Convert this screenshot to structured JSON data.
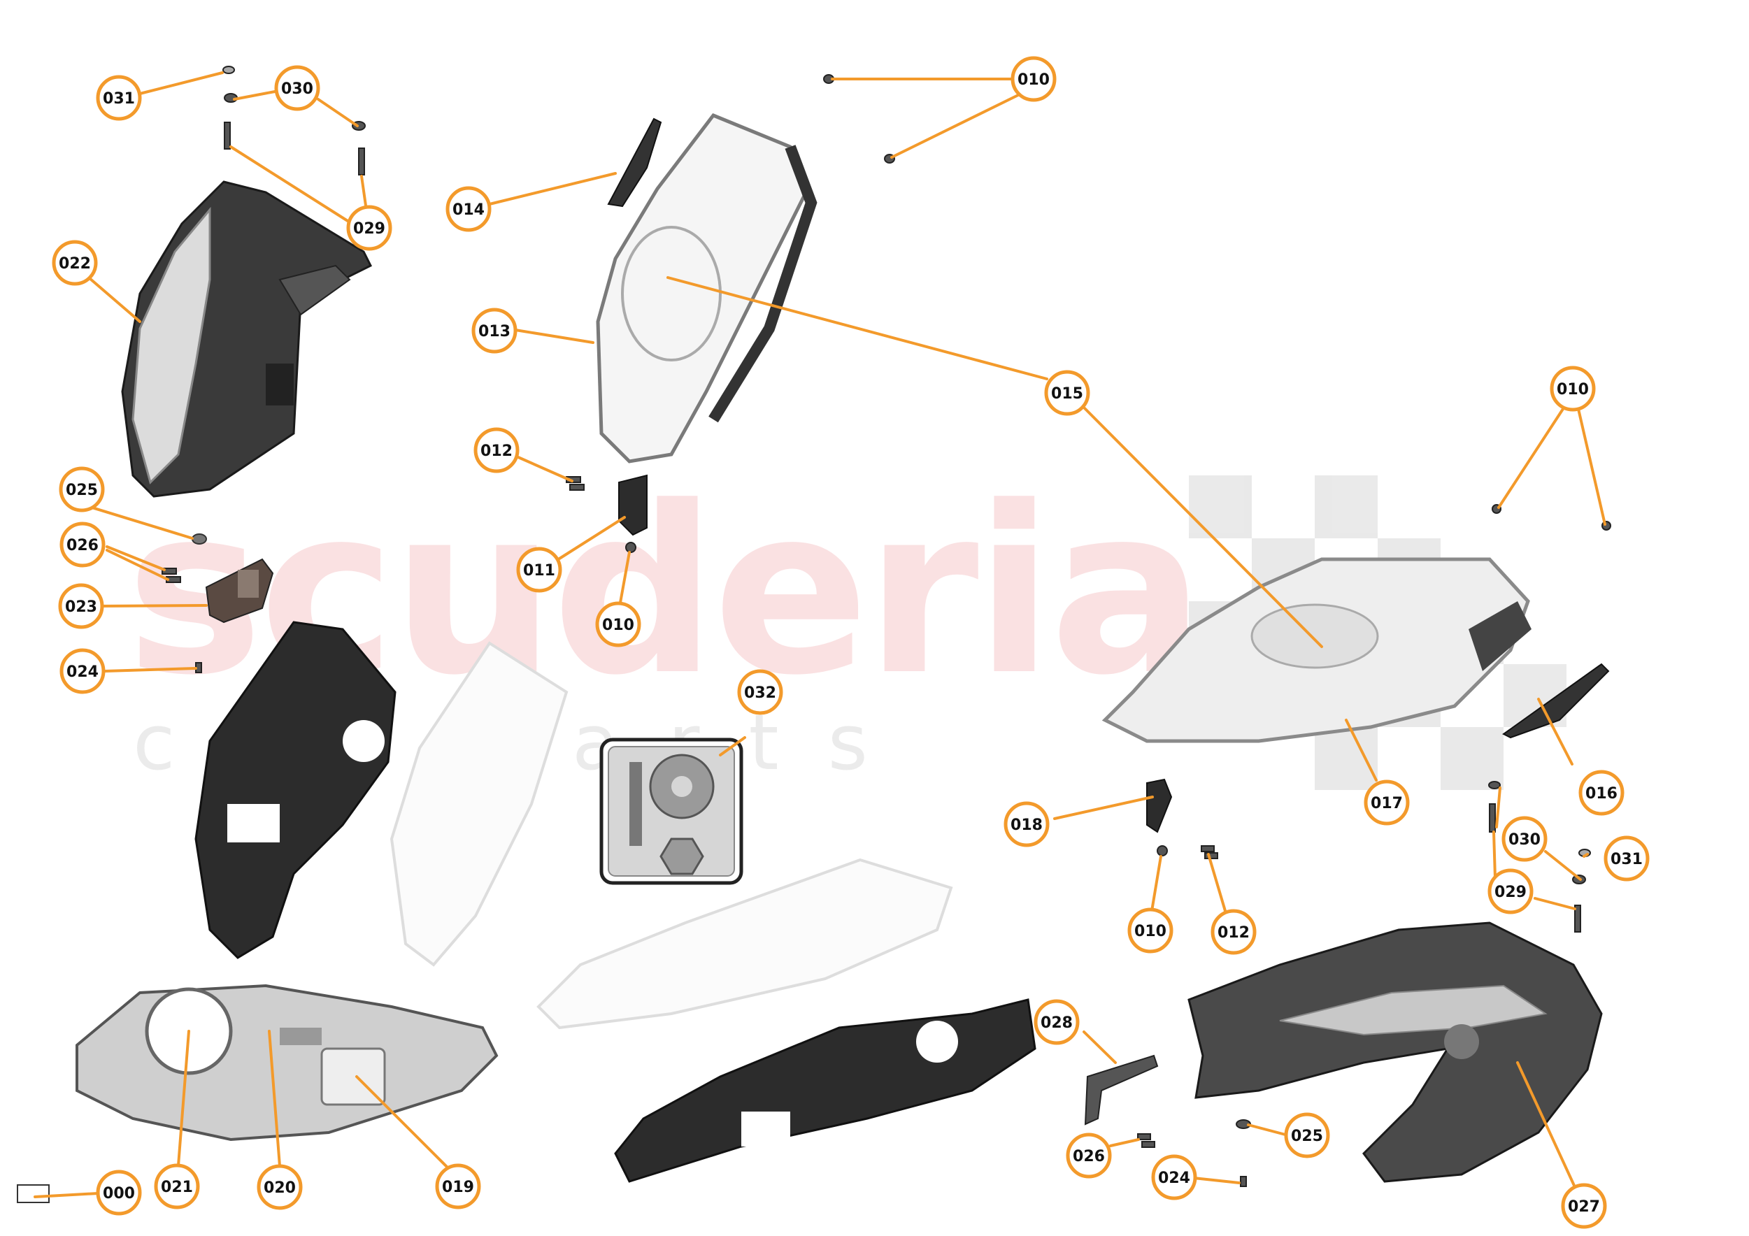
{
  "diagram": {
    "watermark": {
      "brand": "scuderia",
      "tagline": "car parts"
    },
    "colors": {
      "callout": "#f39a2b",
      "callout_fill": "#ffffff",
      "label": "#111111",
      "part_dark": "#2a2a2a",
      "part_mid": "#8a8a8a",
      "part_light": "#d9d9d9",
      "lens": "#f2f2f2"
    },
    "callouts": [
      {
        "label": "031"
      },
      {
        "label": "030"
      },
      {
        "label": "029"
      },
      {
        "label": "022"
      },
      {
        "label": "025"
      },
      {
        "label": "026"
      },
      {
        "label": "023"
      },
      {
        "label": "024"
      },
      {
        "label": "010"
      },
      {
        "label": "014"
      },
      {
        "label": "013"
      },
      {
        "label": "015"
      },
      {
        "label": "012"
      },
      {
        "label": "011"
      },
      {
        "label": "010"
      },
      {
        "label": "032"
      },
      {
        "label": "010"
      },
      {
        "label": "017"
      },
      {
        "label": "016"
      },
      {
        "label": "018"
      },
      {
        "label": "010"
      },
      {
        "label": "012"
      },
      {
        "label": "030"
      },
      {
        "label": "031"
      },
      {
        "label": "029"
      },
      {
        "label": "028"
      },
      {
        "label": "026"
      },
      {
        "label": "025"
      },
      {
        "label": "024"
      },
      {
        "label": "027"
      },
      {
        "label": "021"
      },
      {
        "label": "020"
      },
      {
        "label": "019"
      },
      {
        "label": "000"
      }
    ]
  }
}
